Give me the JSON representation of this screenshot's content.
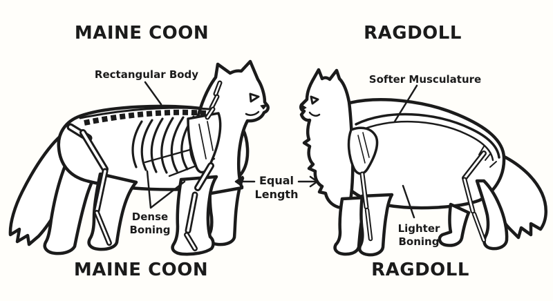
{
  "colors": {
    "background": "#fffefa",
    "line_art": "#1b1b1b",
    "text": "#1b1b1b"
  },
  "maine_coon": {
    "title_top": "MAINE COON",
    "title_bottom": "MAINE COON",
    "label_body": "Rectangular Body",
    "label_boning": "Dense Boning"
  },
  "ragdoll": {
    "title_top": "RAGDOLL",
    "title_bottom": "RAGDOLL",
    "label_musculature": "Softer Musculature",
    "label_boning": "Lighter Boning"
  },
  "comparison": {
    "label": "Equal Length",
    "icons": {
      "left_arrow": "←",
      "right_arrow": "→"
    }
  }
}
